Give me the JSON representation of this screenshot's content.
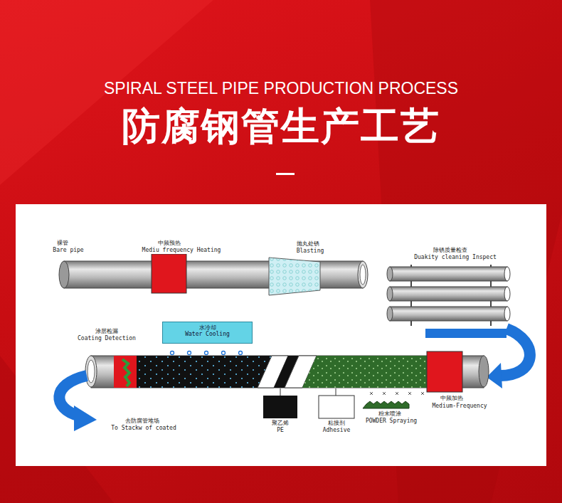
{
  "diagram": {
    "title": "防腐钢管生产工艺",
    "nodes": [
      {
        "text": [
          "水冷却",
          "Water Cooling"
        ]
      }
    ],
    "labels": [
      "SPIRAL STEEL PIPE PRODUCTION PROCESS",
      "裸管",
      "Bare pipe",
      "中频预热",
      "Mediu frequency Heating",
      "抛丸处锈",
      "Blasting",
      "除锈质量检查",
      "Duakity cleaning Inspect",
      "涂层检漏",
      "Coating Detection",
      "去防腐管堆场",
      "To Stackw of coated",
      "聚乙烯",
      "PE",
      "粘接剂",
      "Adhesive",
      "粉末喷涂",
      "POWDER Spraying",
      "中频加热",
      "Medium-Frequency"
    ]
  }
}
